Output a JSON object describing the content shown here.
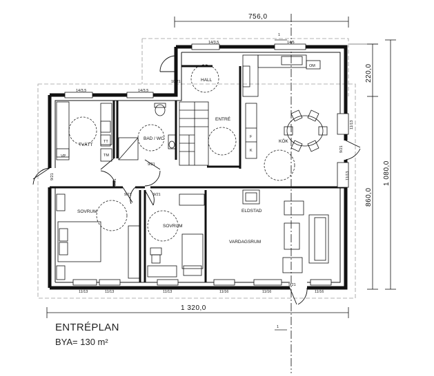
{
  "title": "ENTRÉPLAN",
  "area_label": "BYA= 130 m²",
  "dimensions": {
    "top_width": "756,0",
    "total_width": "1 320,0",
    "total_depth": "1 080,0",
    "main_depth": "860,0",
    "porch_depth": "220,0"
  },
  "section_marker": "1",
  "rooms": {
    "hall": "HALL",
    "entre": "ENTRÉ",
    "kok": "KÖK",
    "tvatt": "TVÄTT",
    "bad": "BAD / WC",
    "sovrum_left": "SOVRUM",
    "sovrum_mid": "SOVRUM",
    "eldstad": "ELDSTAD",
    "vardagsrum": "VARDAGSRUM"
  },
  "fixtures": {
    "vp": "VP",
    "tt": "TT",
    "tm": "TM",
    "f": "F",
    "k": "K",
    "om": "OM"
  },
  "window_labels": {
    "w_hall_top": "14/3,5",
    "w_kok_top": "14/6",
    "w_tvatt_top": "14/3,5",
    "w_bad_top": "14/3,5",
    "w_hall_door": "10/21",
    "w_kok_right": "11/13",
    "w_right_door": "9/21",
    "w_right_low": "11/13",
    "w_left_door": "9/21",
    "w_tvatt_door": "9/21",
    "w_bad_door": "9/21",
    "w_sov_door1": "9/21",
    "w_sov_door2": "9/21",
    "w_bot1": "11/13",
    "w_bot2": "11/13",
    "w_bot3": "11/13",
    "w_bot4": "11/16",
    "w_bot5": "11/16",
    "w_bot6": "11/16",
    "w_front_door": "9/21"
  }
}
